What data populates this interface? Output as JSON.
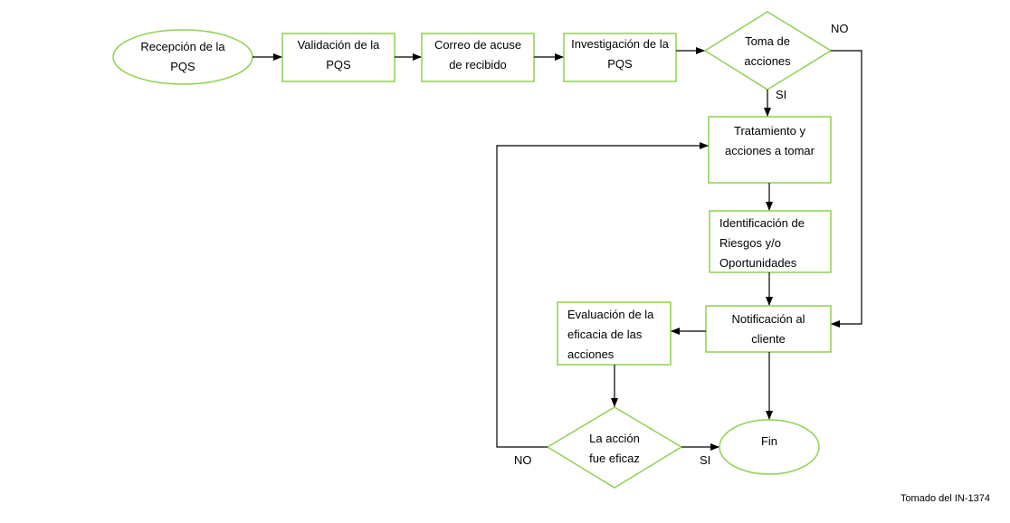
{
  "nodes": {
    "recepcion": "Recepción de la PQS",
    "validacion": "Validación de la PQS",
    "correo": "Correo de acuse de recibido",
    "investigacion": "Investigación de la PQS",
    "toma": "Toma de acciones",
    "tratamiento": "Tratamiento y acciones a tomar",
    "identificacion": "Identificación de Riesgos y/o Oportunidades",
    "notificacion": "Notificación al cliente",
    "evaluacion": "Evaluación de la eficacia de las acciones",
    "accion": "La acción fue eficaz",
    "fin": "Fin"
  },
  "labels": {
    "toma_no": "NO",
    "toma_si": "SI",
    "accion_no": "NO",
    "accion_si": "SI"
  },
  "source_note": "Tomado del IN-1374",
  "colors": {
    "node_border": "#8fd14f",
    "arrow": "#000000"
  }
}
